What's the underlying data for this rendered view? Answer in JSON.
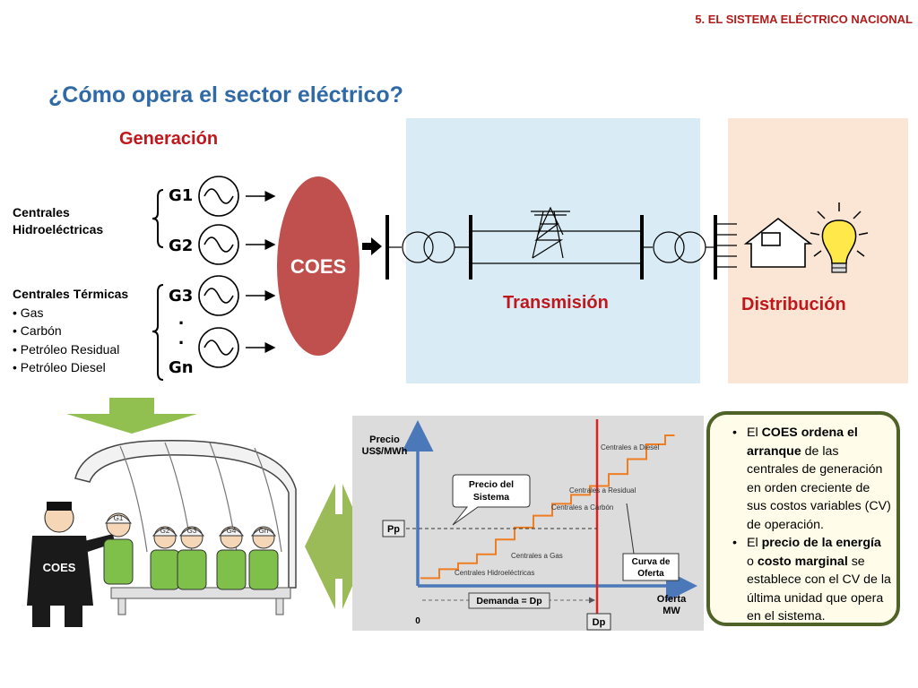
{
  "header_tag": "5.  EL SISTEMA ELÉCTRICO NACIONAL",
  "title": "¿Cómo opera el sector eléctrico?",
  "generation": {
    "heading": "Generación",
    "generators": [
      "G1",
      "G2",
      "G3",
      "Gn"
    ],
    "dots": [
      ".",
      "."
    ],
    "hydro_label": [
      "Centrales",
      "Hidroeléctricas"
    ],
    "thermal_heading": "Centrales Térmicas",
    "thermal_items": [
      "Gas",
      "Carbón",
      "Petróleo Residual",
      "Petróleo Diesel"
    ]
  },
  "coes_label": "COES",
  "transmission_label": "Transmisión",
  "distribution_label": "Distribución",
  "cartoon": {
    "sign": "COES",
    "worker_labels": [
      "G1",
      "G2",
      "G3",
      "G4",
      "Gn"
    ]
  },
  "chart_data": {
    "type": "line",
    "ylabel": [
      "Precio",
      "US$/MWh"
    ],
    "xlabel": [
      "Oferta",
      "MW"
    ],
    "origin_label": "0",
    "price_marker": "Pp",
    "demand_marker": "Dp",
    "demand_label": "Demanda = Dp",
    "callout_price": [
      "Precio del",
      "Sistema"
    ],
    "callout_curve": [
      "Curva de",
      "Oferta"
    ],
    "x": [
      0,
      1,
      2,
      3,
      4,
      5,
      6,
      7,
      8,
      9,
      10,
      11,
      12,
      13
    ],
    "y": [
      0.4,
      1.0,
      1.4,
      2.0,
      3.0,
      3.8,
      4.6,
      5.4,
      6.0,
      6.6,
      7.4,
      8.4,
      9.4,
      10.0
    ],
    "tiers": [
      "Centrales Hidroeléctricas",
      "Centrales a Gas",
      "Centrales a Carbón",
      "Centrales a Residual",
      "Centrales a Diesel"
    ],
    "colors": {
      "curve": "#ef7d22",
      "demand_line": "#e02020",
      "axis": "#4a78b8"
    }
  },
  "bullets": [
    {
      "parts": [
        {
          "t": "El ",
          "b": false
        },
        {
          "t": "COES ordena el arranque",
          "b": true
        },
        {
          "t": " de las centrales de generación en orden creciente de sus costos variables (CV) de operación.",
          "b": false
        }
      ]
    },
    {
      "parts": [
        {
          "t": "El ",
          "b": false
        },
        {
          "t": "precio de la energía",
          "b": true
        },
        {
          "t": " o ",
          "b": false
        },
        {
          "t": "costo marginal",
          "b": true
        },
        {
          "t": " se establece con el CV de la última unidad que opera en el sistema.",
          "b": false
        }
      ]
    }
  ]
}
